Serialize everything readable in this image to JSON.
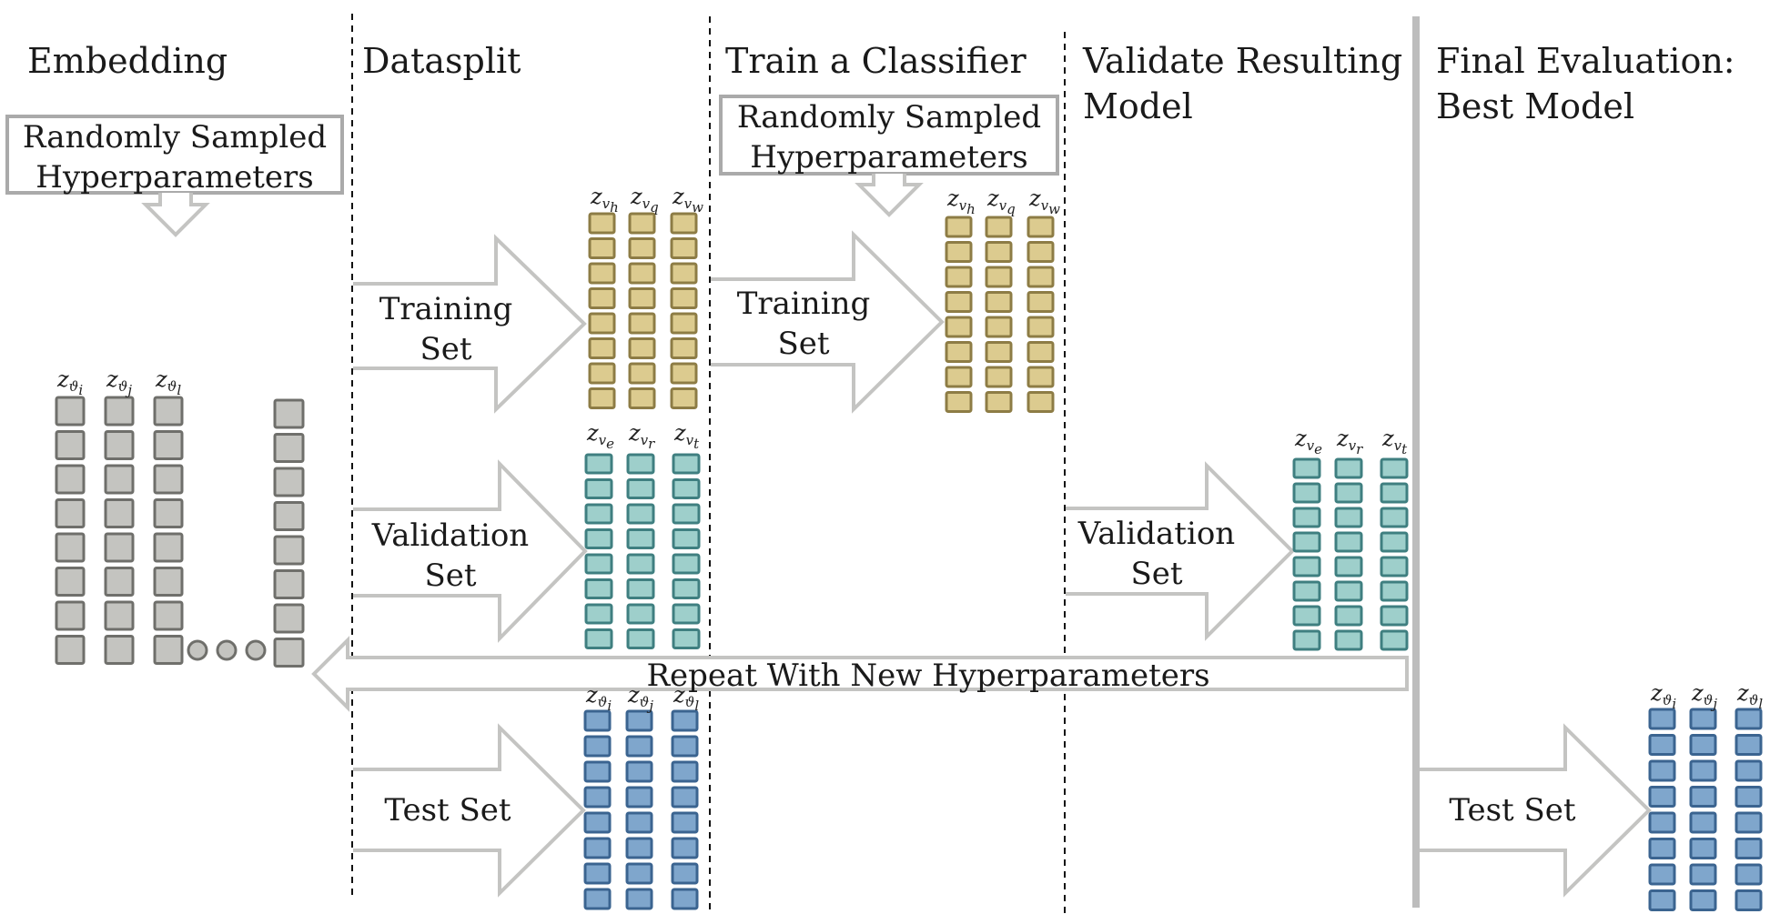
{
  "panels": {
    "embedding": {
      "title": "Embedding"
    },
    "datasplit": {
      "title": "Datasplit"
    },
    "train": {
      "title": "Train a Classifier"
    },
    "validate": {
      "title_line1": "Validate Resulting",
      "title_line2": "Model"
    },
    "final": {
      "title_line1": "Final Evaluation:",
      "title_line2": "Best Model"
    }
  },
  "hyperparams_box": {
    "line1": "Randomly Sampled",
    "line2": "Hyperparameters"
  },
  "arrows": {
    "training_set": {
      "line1": "Training",
      "line2": "Set"
    },
    "validation_set": {
      "line1": "Validation",
      "line2": "Set"
    },
    "test_set": "Test Set",
    "repeat": "Repeat With New Hyperparameters"
  },
  "embedding_symbols": {
    "base": "z",
    "subs": [
      "ϑ",
      "ϑ",
      "ϑ"
    ],
    "subsubs": [
      "i",
      "j",
      "l"
    ]
  },
  "training_symbols": {
    "base": "z",
    "subs": [
      "v",
      "v",
      "v"
    ],
    "subsubs": [
      "h",
      "q",
      "w"
    ]
  },
  "validation_symbols": {
    "base": "z",
    "subs": [
      "v",
      "v",
      "v"
    ],
    "subsubs": [
      "e",
      "r",
      "t"
    ]
  },
  "test_symbols": {
    "base": "z",
    "subs": [
      "ϑ",
      "ϑ",
      "ϑ"
    ],
    "subsubs": [
      "i",
      "j",
      "l"
    ]
  },
  "colors": {
    "embedding_fill": "#c4c4c0",
    "embedding_stroke": "#6f6f6b",
    "training_fill": "#dccb8f",
    "training_stroke": "#8d7c45",
    "validation_fill": "#9ecfcb",
    "validation_stroke": "#3f7f80",
    "test_fill": "#7fa6cc",
    "test_stroke": "#3b6490"
  }
}
